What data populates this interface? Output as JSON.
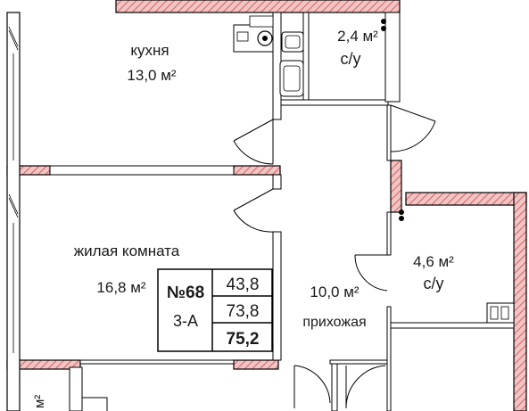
{
  "rooms": {
    "kitchen": {
      "name": "кухня",
      "area": "13,0 м²"
    },
    "wc_small": {
      "area": "2,4 м²",
      "name": "с/у"
    },
    "living": {
      "name": "жилая комната",
      "area": "16,8 м²"
    },
    "hallway": {
      "area": "10,0 м²",
      "name": "прихожая"
    },
    "wc_large": {
      "area": "4,6 м²",
      "name": "с/у"
    },
    "bottom_left_fragment": {
      "area": "м²"
    }
  },
  "apartment_card": {
    "number": "№68",
    "type": "3-А",
    "values": [
      "43,8",
      "73,8",
      "75,2"
    ]
  },
  "colors": {
    "wall_hatch": "#e8a0a0",
    "wall_stroke": "#000000",
    "background": "#ffffff"
  }
}
